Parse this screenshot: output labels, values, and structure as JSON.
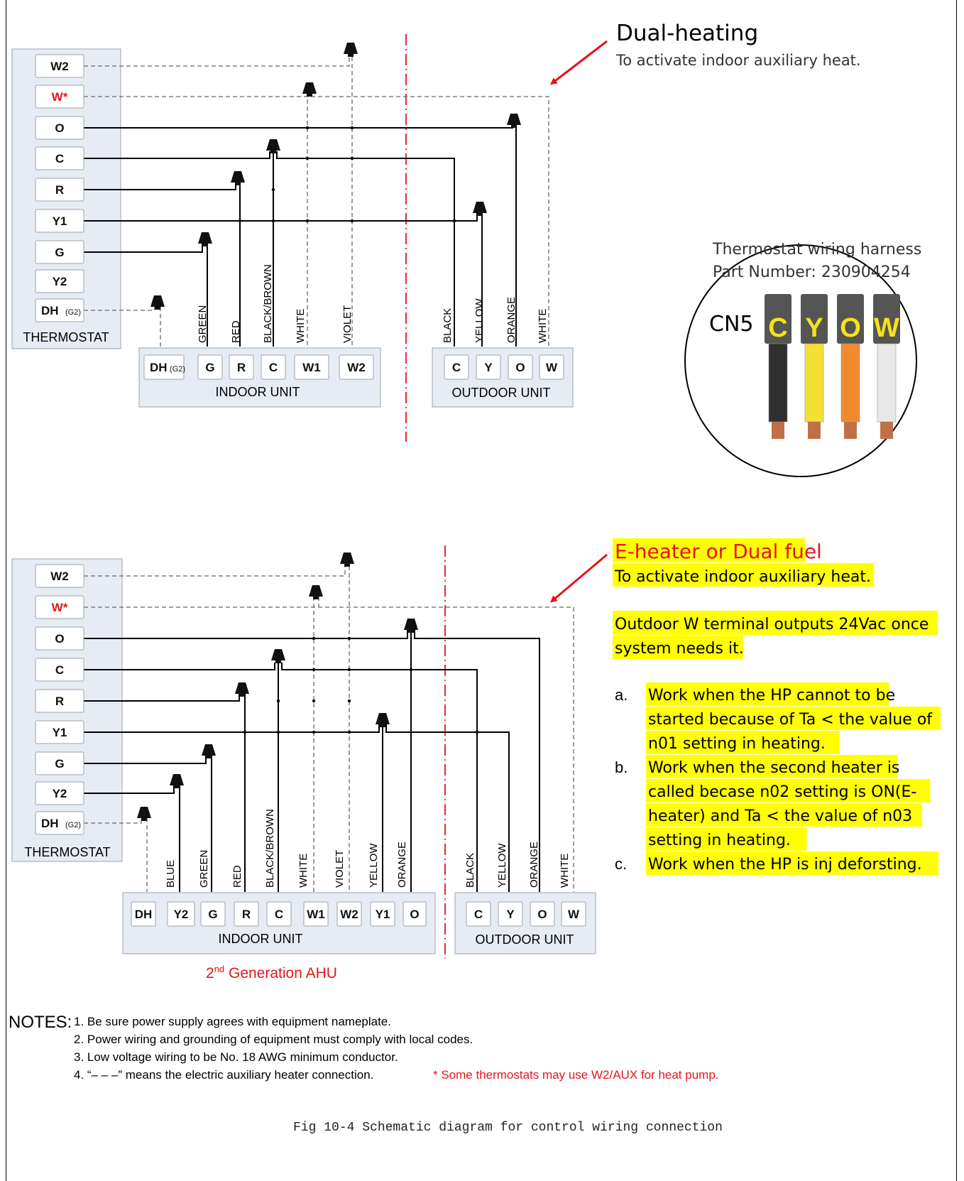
{
  "diagram1": {
    "thermostat_terminals": [
      "W2",
      "W*",
      "O",
      "C",
      "R",
      "Y1",
      "G",
      "Y2",
      "DH"
    ],
    "thermostat_dh_sub": "(G2)",
    "thermostat_label": "THERMOSTAT",
    "indoor_terminals": [
      "DH",
      "G",
      "R",
      "C",
      "W1",
      "W2"
    ],
    "indoor_dh_sub": "(G2)",
    "indoor_label": "INDOOR UNIT",
    "indoor_wire_colors": [
      "GREEN",
      "RED",
      "BLACK/BROWN",
      "WHITE",
      "VIOLET"
    ],
    "outdoor_terminals": [
      "C",
      "Y",
      "O",
      "W"
    ],
    "outdoor_label": "OUTDOOR UNIT",
    "outdoor_wire_colors": [
      "BLACK",
      "YELLOW",
      "ORANGE",
      "WHITE"
    ]
  },
  "callout1": {
    "title": "Dual-heating",
    "subtitle": "To activate indoor auxiliary heat."
  },
  "harness": {
    "line1": "Thermostat wiring harness",
    "line2": "Part Number: 230904254",
    "connector": "CN5",
    "wires": [
      {
        "letter": "C",
        "color": "#2f2f2f"
      },
      {
        "letter": "Y",
        "color": "#f2e033"
      },
      {
        "letter": "O",
        "color": "#f08a30"
      },
      {
        "letter": "W",
        "color": "#e8e8e8"
      }
    ],
    "letter_color": "#f5e21a"
  },
  "diagram2": {
    "thermostat_terminals": [
      "W2",
      "W*",
      "O",
      "C",
      "R",
      "Y1",
      "G",
      "Y2",
      "DH"
    ],
    "thermostat_dh_sub": "(G2)",
    "thermostat_label": "THERMOSTAT",
    "indoor_terminals": [
      "DH",
      "Y2",
      "G",
      "R",
      "C",
      "W1",
      "W2",
      "Y1",
      "O"
    ],
    "indoor_label": "INDOOR UNIT",
    "indoor_wire_colors": [
      "BLUE",
      "GREEN",
      "RED",
      "BLACK/BROWN",
      "WHITE",
      "VIOLET",
      "YELLOW",
      "ORANGE"
    ],
    "outdoor_terminals": [
      "C",
      "Y",
      "O",
      "W"
    ],
    "outdoor_label": "OUTDOOR UNIT",
    "outdoor_wire_colors": [
      "BLACK",
      "YELLOW",
      "ORANGE",
      "WHITE"
    ],
    "caption": "Generation AHU",
    "caption_prefix": "2",
    "caption_sup": "nd"
  },
  "callout2": {
    "title": "E-heater or Dual fuel",
    "subtitle": "To activate indoor auxiliary heat.",
    "para_line1": "Outdoor W terminal outputs 24Vac once",
    "para_line2": "system needs it.",
    "items": [
      {
        "marker": "a.",
        "lines": [
          "Work when the HP cannot to be",
          "started because of Ta < the value of",
          "n01 setting in heating."
        ]
      },
      {
        "marker": "b.",
        "lines": [
          "Work when the second heater is",
          "called becase n02 setting is ON(E-",
          "heater) and Ta < the value of n03",
          "setting in heating."
        ]
      },
      {
        "marker": "c.",
        "lines": [
          "Work when the HP is inj deforsting."
        ]
      }
    ]
  },
  "notes": {
    "heading": "NOTES:",
    "items": [
      "1. Be sure power supply agrees with equipment nameplate.",
      "2. Power wiring and grounding of equipment must comply with local codes.",
      "3. Low voltage wiring to be No. 18 AWG minimum conductor.",
      "4. “– – –” means the electric auxiliary heater connection."
    ],
    "footnote": "* Some thermostats may use W2/AUX for heat pump."
  },
  "figure_caption": "Fig 10-4 Schematic diagram for control wiring connection",
  "colors": {
    "panel_fill": "#e7ecf4",
    "panel_stroke": "#9aa3ad",
    "red": "#e5141b",
    "highlight": "#ffff00"
  }
}
